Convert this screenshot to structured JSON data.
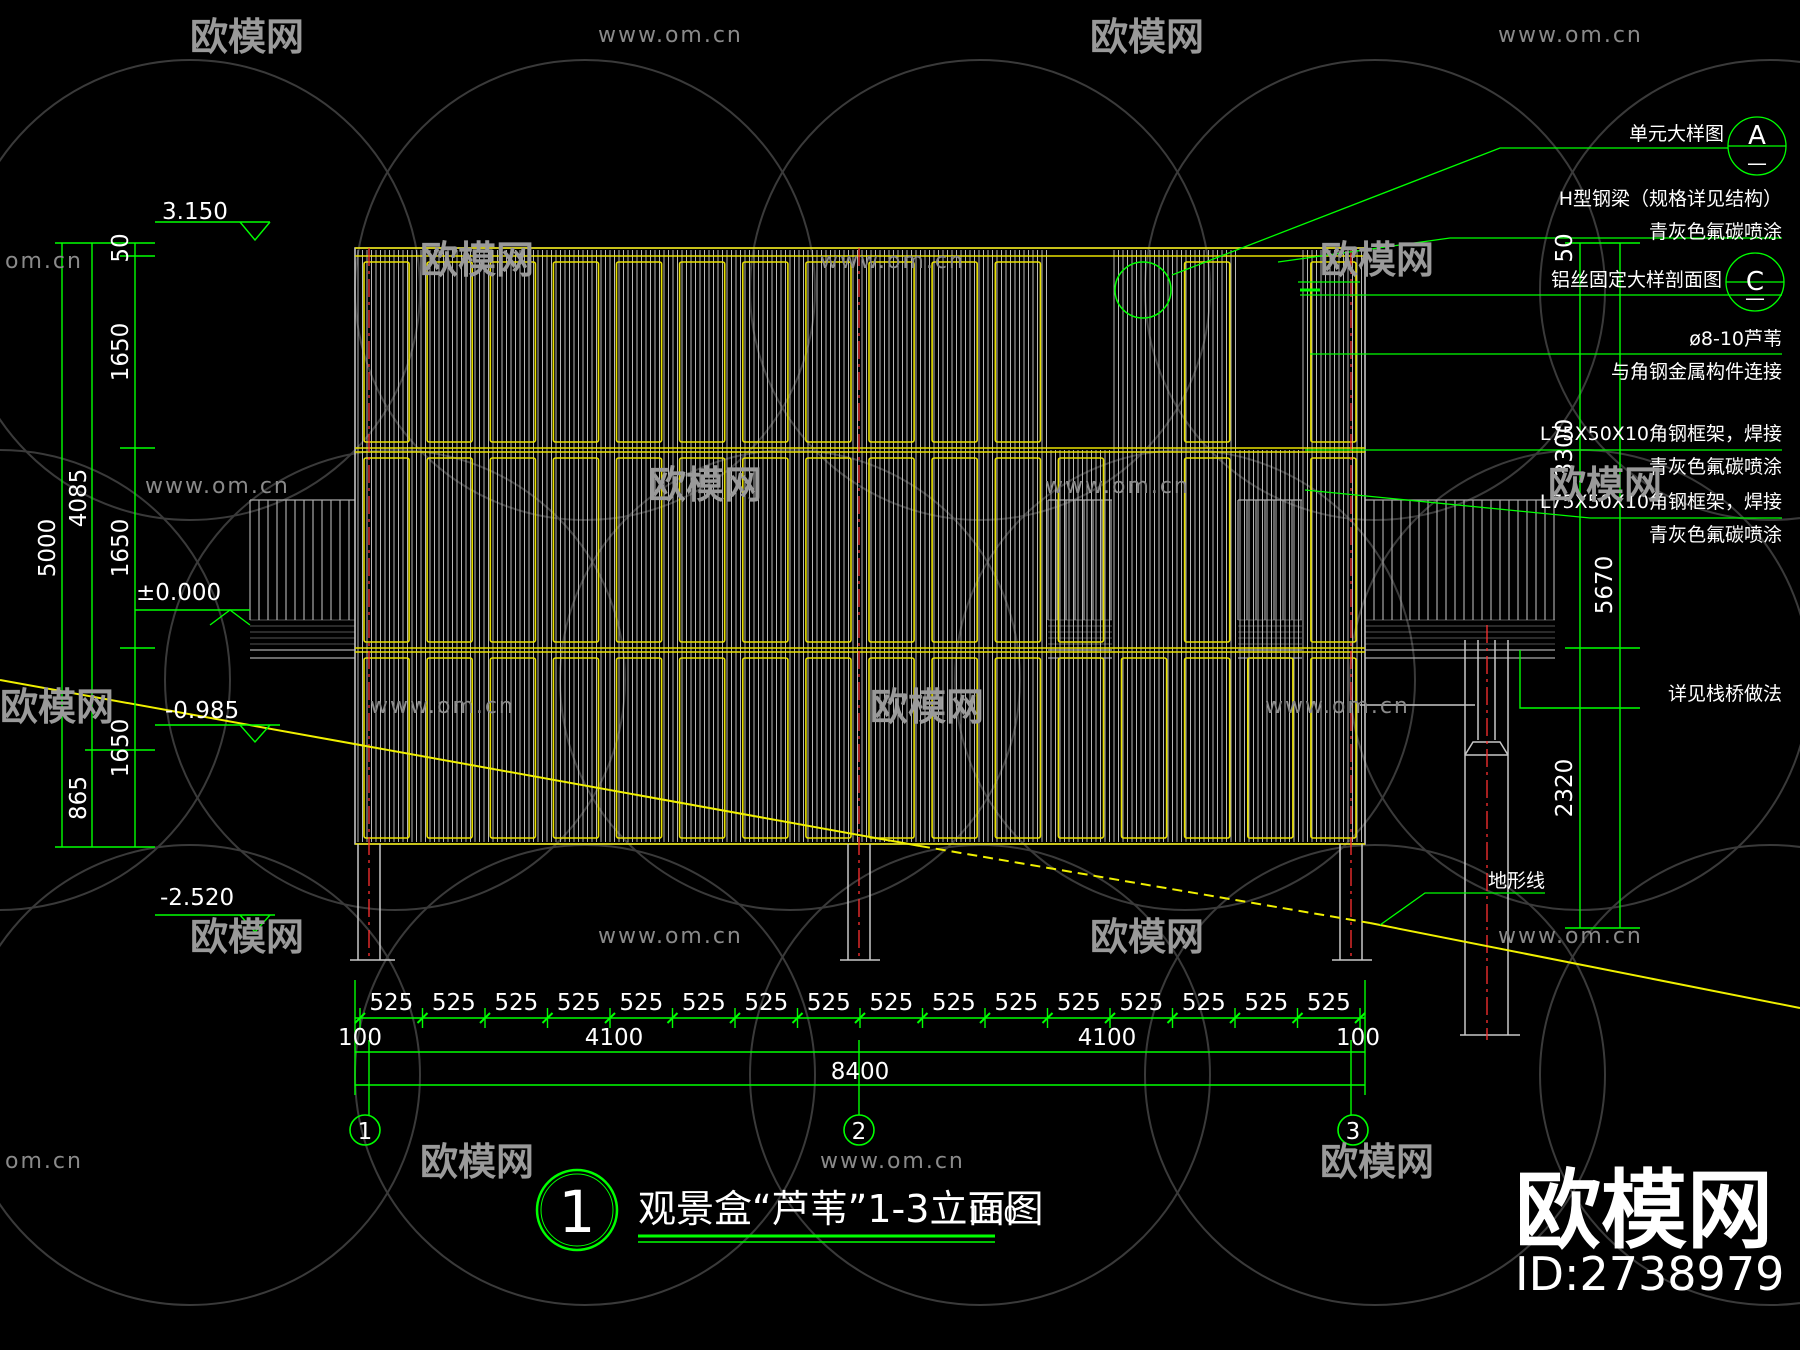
{
  "drawing": {
    "title": "观景盒“芦苇”1-3立面图",
    "scale": "1:50",
    "drawing_number": "1"
  },
  "levels": {
    "top": "3.150",
    "zero": "±0.000",
    "mid": "-0.985",
    "bottom": "-2.520"
  },
  "left_dims": {
    "total": "5000",
    "upper": "4085",
    "lower": "865",
    "seg50": "50",
    "seg_a": "1650",
    "seg_b": "1650",
    "seg_c": "1650"
  },
  "right_dims": {
    "seg50": "50",
    "h3300": "3300",
    "h5670": "5670",
    "h2320": "2320"
  },
  "bottom_dims": {
    "module": "525",
    "module_count": 16,
    "edge_left": "100",
    "half_left": "4100",
    "half_right": "4100",
    "edge_right": "100",
    "total": "8400"
  },
  "grid_axes": [
    "1",
    "2",
    "3"
  ],
  "callouts": {
    "detail_a_label": "单元大样图",
    "detail_a_mark": "A",
    "h_beam": "H型钢梁（规格详见结构）",
    "h_beam_paint": "青灰色氟碳喷涂",
    "detail_c_label": "铝丝固定大样剖面图",
    "detail_c_mark": "C",
    "reed": "ø8-10芦苇",
    "reed_conn": "与角钢金属构件连接",
    "frame_1": "L75X50X10角钢框架，焊接",
    "frame_1_paint": "青灰色氟碳喷涂",
    "frame_2": "L75X50X10角钢框架，焊接",
    "frame_2_paint": "青灰色氟碳喷涂",
    "bridge": "详见栈桥做法",
    "terrain": "地形线"
  },
  "watermark": {
    "brand": "欧模网",
    "url": "www.om.cn",
    "url_short": "om.cn",
    "id": "ID:2738979"
  },
  "colors": {
    "background": "#000000",
    "cad_green": "#00ff00",
    "panel_yellow": "#e8e000",
    "reed_gray": "#b8b8b8",
    "axis_red": "#ff3030",
    "terrain_yellow": "#f0f000",
    "text_white": "#ffffff"
  }
}
